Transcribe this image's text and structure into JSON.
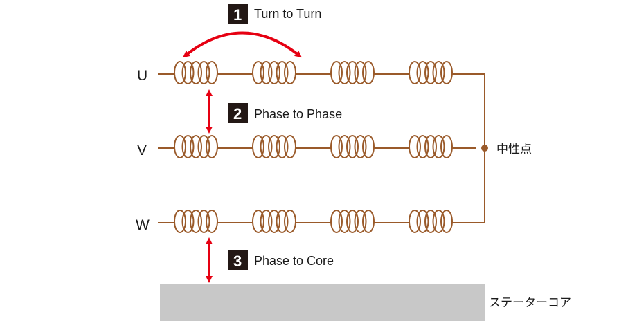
{
  "phases": [
    {
      "label": "U"
    },
    {
      "label": "V"
    },
    {
      "label": "W"
    }
  ],
  "neutral_point_label": "中性点",
  "stator_core_label": "ステーターコア",
  "annotations": [
    {
      "number": "1",
      "text": "Turn to Turn"
    },
    {
      "number": "2",
      "text": "Phase to Phase"
    },
    {
      "number": "3",
      "text": "Phase to Core"
    }
  ],
  "colors": {
    "wire": "#9a5a2a",
    "arrow": "#e60012",
    "badge": "#231815",
    "core": "#c8c8c8"
  }
}
